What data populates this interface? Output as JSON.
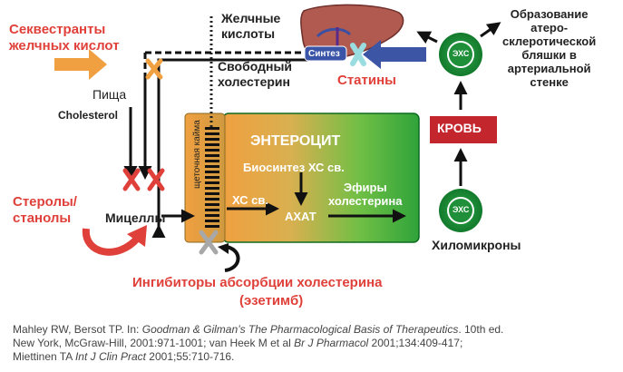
{
  "labels": {
    "bile_acid_sequestrants": "Секвестранты\nжелчных кислот",
    "food": "Пища",
    "cholesterol": "Cholesterol",
    "sterols_stanols": "Стеролы/\nстанолы",
    "micelles": "Мицеллы",
    "bile_acids": "Желчные\nкислоты",
    "free_cholesterol": "Свободный\nхолестерин",
    "synthesis": "Синтез",
    "statins": "Статины",
    "enterocyte": "ЭНТЕРОЦИТ",
    "brush_border": "щеточная кайма",
    "biosynthesis": "Биосинтез ХС св.",
    "free_cs": "ХС св.",
    "acat": "АХАТ",
    "cholesterol_esters": "Эфиры\nхолестерина",
    "blood": "КРОВЬ",
    "chylomicrons": "Хиломикроны",
    "ces_badge": "ЭХС",
    "plaque_formation": "Образование\nатеро-\nсклеротической\nбляшки в\nартериальной\nстенке",
    "absorption_inhibitors": "Ингибиторы абсорбции холестерина",
    "ezetimibe": "(эзетимб)"
  },
  "reference": {
    "r1_pre": "Mahley RW, Bersot TP. In: ",
    "r1_title": "Goodman & Gilman’s The Pharmacological Basis of Therapeutics",
    "r1_post": ". 10th ed.",
    "r2_pre": "New York, McGraw-Hill, 2001:971-1001; van Heek M et al ",
    "r2_journal": "Br J Pharmacol",
    "r2_post": " 2001;134:409-417;",
    "r3_pre": "Miettinen TA ",
    "r3_journal": "Int J Clin Pract",
    "r3_post": " 2001;55:710-716."
  },
  "colors": {
    "accent_red": "#e0403a",
    "enterocyte_green": "#3aab3a",
    "gradient_orange": "#f0a040",
    "blood_box": "#c4262e",
    "statin_arrow": "#3c55a5",
    "sequestrant_arrow": "#f0a040",
    "ces_green": "#1f8f3a",
    "block_x_light": "#99dde0",
    "liver": "#b05a50"
  }
}
